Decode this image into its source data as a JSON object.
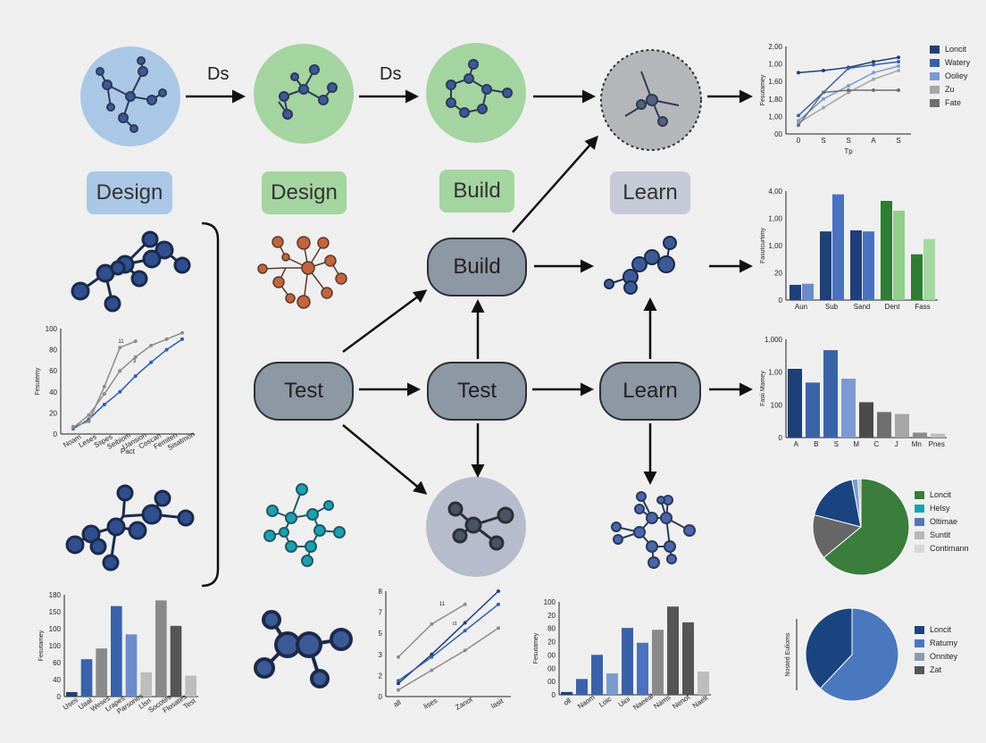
{
  "stage_labels": {
    "design_1": "Design",
    "design_2": "Design",
    "build": "Build",
    "learn": "Learn"
  },
  "edge_labels": {
    "ds_1": "Ds",
    "ds_2": "Ds"
  },
  "nodes": {
    "build": "Build",
    "test_left": "Test",
    "test_center": "Test",
    "learn": "Learn"
  },
  "colors": {
    "background": "#efeff0",
    "design_blue": "#aac8e6",
    "design_green": "#a4d4a0",
    "learn_gray": "#c6c9d6",
    "node_gray": "#8e97a4",
    "molecule_blue": "#3c5a96",
    "molecule_orange": "#c2643c",
    "molecule_teal": "#1fa0b0"
  },
  "chart_data": [
    {
      "type": "line",
      "id": "top-right",
      "x": [
        "0",
        "S",
        "S",
        "A",
        "S"
      ],
      "xlabel": "Tp",
      "ylabel": "Fesutamey",
      "yticks": [
        "2,00",
        "1,00",
        "1,60",
        "1,80",
        "1,00",
        "00"
      ],
      "ylim": [
        0,
        200
      ],
      "series": [
        {
          "name": "Loncit",
          "color": "#1f3f78",
          "values": [
            140,
            145,
            152,
            165,
            175
          ]
        },
        {
          "name": "Watery",
          "color": "#3a62a8",
          "values": [
            42,
            95,
            150,
            158,
            165
          ]
        },
        {
          "name": "Ooliey",
          "color": "#7b9bd0",
          "values": [
            30,
            80,
            110,
            140,
            155
          ]
        },
        {
          "name": "Zu",
          "color": "#a6a6a6",
          "values": [
            25,
            60,
            95,
            125,
            145
          ]
        },
        {
          "name": "Fate",
          "color": "#6e6e6e",
          "values": [
            20,
            95,
            100,
            100,
            100
          ]
        }
      ]
    },
    {
      "type": "bar",
      "id": "middle-right",
      "categories": [
        "Aun",
        "Sub",
        "Sand",
        "Dent",
        "Fass"
      ],
      "ylabel": "Fasutcurtimy",
      "yticks": [
        "4,00",
        "1,00",
        "1,00",
        "20",
        "0"
      ],
      "ylim": [
        0,
        100
      ],
      "series": [
        {
          "values": [
            14,
            63,
            64,
            91,
            42
          ],
          "colors": [
            "#1f3f78",
            "#1f3f78",
            "#1f3f78",
            "#2e7d32",
            "#2e7d32"
          ]
        },
        {
          "values": [
            15,
            97,
            63,
            82,
            56
          ],
          "colors": [
            "#6a8ccc",
            "#4a72c0",
            "#4a72c0",
            "#8fcf8a",
            "#a3d9a0"
          ]
        }
      ]
    },
    {
      "type": "bar",
      "id": "lower-right",
      "categories": [
        "A",
        "B",
        "S",
        "M",
        "C",
        "J",
        "Mn",
        "Pnes"
      ],
      "ylabel": "Fasii Mamey",
      "yticks": [
        "1,000",
        "1,00",
        "100",
        "0"
      ],
      "ylim": [
        0,
        1000
      ],
      "values": [
        700,
        560,
        890,
        600,
        360,
        260,
        240,
        50,
        40
      ],
      "colors": [
        "#1f3f78",
        "#3a62a8",
        "#3a62a8",
        "#7b9bd0",
        "#4a4a4a",
        "#6e6e6e",
        "#a6a6a6",
        "#8a8a8a",
        "#bdbdbd"
      ]
    },
    {
      "type": "pie",
      "id": "pie-green",
      "labels": [
        "Loncit",
        "Helsy",
        "Oltimae",
        "Suntit",
        "Contimann"
      ],
      "values": [
        64,
        15,
        18,
        2,
        1
      ],
      "colors": [
        "#3a7d3c",
        "#1fa0b0",
        "#5576b8",
        "#b7b7b7",
        "#d6d6d6"
      ],
      "slice_colors": [
        "#3a7d3c",
        "#666666",
        "#1a4480",
        "#7b9bd0",
        "#bdbdbd"
      ]
    },
    {
      "type": "pie",
      "id": "pie-blue",
      "labels": [
        "Loncit",
        "Ratumy",
        "Onnitey",
        "Zat"
      ],
      "values": [
        62,
        38
      ],
      "colors": [
        "#1a4480",
        "#4a78bf",
        "#8a9bb0",
        "#555555"
      ],
      "slice_colors": [
        "#4a78bf",
        "#1a4480"
      ],
      "ylabel": "Nosted Eulioms"
    },
    {
      "type": "line",
      "id": "left-middle",
      "x": [
        "Noam",
        "Leses",
        "Sspes",
        "Seibiom",
        "Uansion",
        "Coscan",
        "Femiten",
        "Sisatmon"
      ],
      "xlabel": "Pact",
      "ylabel": "Fesutemy",
      "yticks": [
        "100",
        "80",
        "60",
        "40",
        "20",
        "0"
      ],
      "ylim": [
        0,
        100
      ],
      "annotations": [
        "11",
        "3"
      ],
      "series": [
        {
          "color": "#2f5fa8",
          "values": [
            5,
            14,
            28,
            40,
            55,
            68,
            80,
            90
          ]
        },
        {
          "color": "#8c8c8c",
          "values": [
            6,
            18,
            38,
            60,
            73,
            84,
            90,
            96
          ]
        },
        {
          "color": "#8c8c8c",
          "values": [
            7,
            12,
            45,
            82,
            88
          ]
        }
      ]
    },
    {
      "type": "bar",
      "id": "bottom-left",
      "categories": [
        "Uses",
        "Uaat",
        "Weses",
        "Lrapes",
        "Parsones",
        "Llsn",
        "Socotes",
        "Flosates",
        "Test"
      ],
      "ylabel": "Fesutamey",
      "yticks": [
        "180",
        "150",
        "100",
        "100",
        "60",
        "40",
        "0"
      ],
      "ylim": [
        0,
        180
      ],
      "values": [
        8,
        66,
        85,
        160,
        110,
        43,
        170,
        125,
        37
      ],
      "colors": [
        "#1f3f78",
        "#3a62a8",
        "#8a8a8a",
        "#3a62a8",
        "#6a8ccc",
        "#bdbdbd",
        "#8a8a8a",
        "#555555",
        "#bdbdbd"
      ]
    },
    {
      "type": "line",
      "id": "bottom-center",
      "x": [
        "all",
        "lises",
        "Zanot",
        "lasit"
      ],
      "yticks": [
        "8",
        "7",
        "5",
        "3",
        "2",
        "0"
      ],
      "ylim": [
        0,
        8
      ],
      "annotations": [
        "11",
        "ct"
      ],
      "series": [
        {
          "color": "#1f3f78",
          "values": [
            1,
            3.2,
            5.6,
            8
          ]
        },
        {
          "color": "#3a62a8",
          "values": [
            1.2,
            3,
            5,
            7
          ]
        },
        {
          "color": "#8c8c8c",
          "values": [
            3,
            5.5,
            7
          ]
        },
        {
          "color": "#8c8c8c",
          "values": [
            0.5,
            2,
            3.5,
            5.2
          ]
        }
      ]
    },
    {
      "type": "bar",
      "id": "bottom-right",
      "categories": [
        "oll",
        "Naom",
        "Loic",
        "Uioi",
        "Naeeal",
        "Nams",
        "Nenot",
        "Naelt"
      ],
      "ylabel": "Fesutamey",
      "yticks": [
        "100",
        "20",
        "80",
        "20",
        "00",
        "00",
        "00",
        "0"
      ],
      "ylim": [
        0,
        100
      ],
      "values": [
        3,
        17,
        43,
        23,
        72,
        56,
        70,
        95,
        78,
        25
      ],
      "colors": [
        "#1f3f78",
        "#3a62a8",
        "#3a62a8",
        "#7b9bd0",
        "#3a62a8",
        "#4a72c0",
        "#8a8a8a",
        "#555555",
        "#555555",
        "#bdbdbd"
      ]
    }
  ]
}
